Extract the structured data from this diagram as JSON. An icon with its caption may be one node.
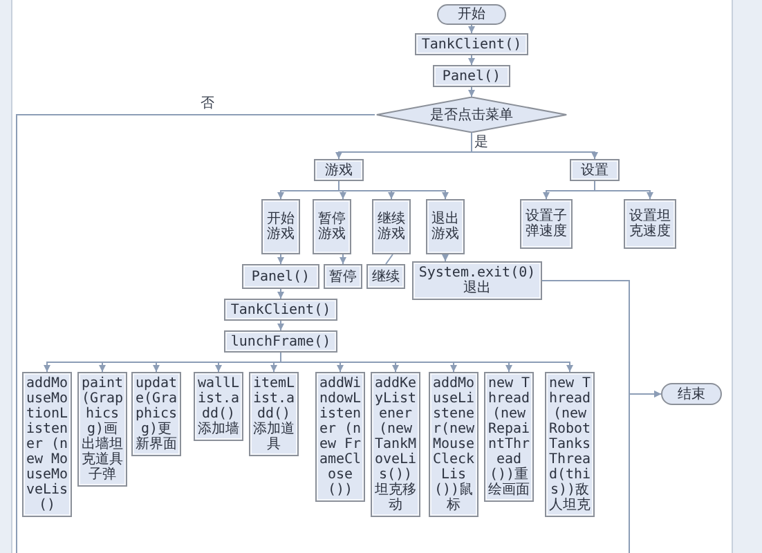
{
  "diagram": {
    "nodes": [
      {
        "text": [
          "开始"
        ]
      },
      {
        "text": [
          "TankClient()"
        ]
      },
      {
        "text": [
          "Panel()"
        ]
      },
      {
        "text": [
          "是否点击菜单"
        ]
      },
      {
        "text": [
          "游戏"
        ]
      },
      {
        "text": [
          "设置"
        ]
      },
      {
        "text": [
          "开始游戏"
        ]
      },
      {
        "text": [
          "暂停游戏"
        ]
      },
      {
        "text": [
          "继续游戏"
        ]
      },
      {
        "text": [
          "退出游戏"
        ]
      },
      {
        "text": [
          "设置子弹速度"
        ]
      },
      {
        "text": [
          "设置坦克速度"
        ]
      },
      {
        "text": [
          "Panel()"
        ]
      },
      {
        "text": [
          "暂停"
        ]
      },
      {
        "text": [
          "继续"
        ]
      },
      {
        "text": [
          "System.exit(0) 退出"
        ]
      },
      {
        "text": [
          "TankClient()"
        ]
      },
      {
        "text": [
          "lunchFrame()"
        ]
      },
      {
        "text": [
          "addMouseMotionListener (new MouseMoveLis()"
        ]
      },
      {
        "text": [
          "paint(Graphics g)画出墙坦克道具子弹"
        ]
      },
      {
        "text": [
          "update(Graphics g)更新界面"
        ]
      },
      {
        "text": [
          "wallList.add()添加墙"
        ]
      },
      {
        "text": [
          "itemList.add()添加道具"
        ]
      },
      {
        "text": [
          "addWindowListener (new FrameClose())"
        ]
      },
      {
        "text": [
          "addKeyListener (new TankMoveLis())坦克移动"
        ]
      },
      {
        "text": [
          "addMouseListener(new MouseCleckLis())鼠标"
        ]
      },
      {
        "text": [
          "new Thread(new RepaintThread())重绘画面"
        ]
      },
      {
        "text": [
          "new Thread(new RobotTanksThread(this))敌人坦克"
        ]
      },
      {
        "text": [
          "结束"
        ]
      }
    ],
    "edges": [
      {
        "from": 0,
        "to": 1,
        "arrow": "to"
      },
      {
        "from": 1,
        "to": 2,
        "arrow": "to"
      },
      {
        "from": 2,
        "to": 3,
        "arrow": "to"
      },
      {
        "from": 3,
        "to": 4,
        "arrow": "to",
        "label": "是"
      },
      {
        "from": 3,
        "to": 5,
        "arrow": "to"
      },
      {
        "from": 3,
        "to": null,
        "arrow": "none",
        "label": "否"
      },
      {
        "from": 4,
        "to": 6,
        "arrow": "to"
      },
      {
        "from": 4,
        "to": 7,
        "arrow": "to"
      },
      {
        "from": 4,
        "to": 8,
        "arrow": "to"
      },
      {
        "from": 4,
        "to": 9,
        "arrow": "to"
      },
      {
        "from": 5,
        "to": 10,
        "arrow": "to"
      },
      {
        "from": 5,
        "to": 11,
        "arrow": "to"
      },
      {
        "from": 6,
        "to": 12,
        "arrow": "to"
      },
      {
        "from": 7,
        "to": 13,
        "arrow": "to"
      },
      {
        "from": 8,
        "to": 14,
        "arrow": "none"
      },
      {
        "from": 9,
        "to": 15,
        "arrow": "to"
      },
      {
        "from": 12,
        "to": 16,
        "arrow": "to"
      },
      {
        "from": 16,
        "to": 17,
        "arrow": "to"
      },
      {
        "from": 17,
        "to": 18,
        "arrow": "to"
      },
      {
        "from": 17,
        "to": 19,
        "arrow": "to"
      },
      {
        "from": 17,
        "to": 20,
        "arrow": "to"
      },
      {
        "from": 17,
        "to": 21,
        "arrow": "to"
      },
      {
        "from": 17,
        "to": 22,
        "arrow": "to"
      },
      {
        "from": 17,
        "to": 23,
        "arrow": "to"
      },
      {
        "from": 17,
        "to": 24,
        "arrow": "to"
      },
      {
        "from": 17,
        "to": 25,
        "arrow": "to"
      },
      {
        "from": 17,
        "to": 26,
        "arrow": "to"
      },
      {
        "from": 17,
        "to": 27,
        "arrow": "to"
      },
      {
        "from": 15,
        "to": 28,
        "arrow": "to"
      },
      {
        "from": null,
        "to": 28,
        "arrow": "to"
      }
    ]
  }
}
